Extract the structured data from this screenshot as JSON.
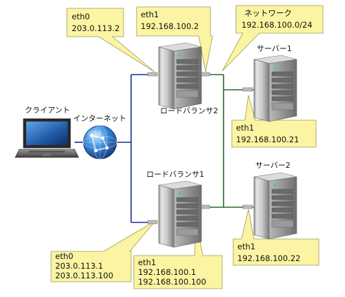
{
  "nodes": {
    "client": "クライアント",
    "internet": "インターネット",
    "lb2": "ロードバランサ2",
    "lb1": "ロードバランサ1",
    "server1": "サーバー1",
    "server2": "サーバー2"
  },
  "callouts": {
    "lb2_eth0": {
      "line1": "eth0",
      "line2": "203.0.113.2"
    },
    "lb2_eth1": {
      "line1": "eth1",
      "line2": "192.168.100.2"
    },
    "network": {
      "line1": "ネットワーク",
      "line2": "192.168.100.0/24"
    },
    "server1_eth1": {
      "line1": "eth1",
      "line2": "192.168.100.21"
    },
    "server2_eth1": {
      "line1": "eth1",
      "line2": "192.168.100.22"
    },
    "lb1_eth0": {
      "line1": "eth0",
      "line2": "203.0.113.1",
      "line3": "203.0.113.100"
    },
    "lb1_eth1": {
      "line1": "eth1",
      "line2": "192.168.100.1",
      "line3": "192.168.100.100"
    }
  },
  "colors": {
    "external_link": "#1a2a9c",
    "internal_link": "#1f6b2a",
    "callout_fill": "#fbf4a3",
    "callout_stroke": "#9a9a57"
  },
  "icons": {
    "client": "laptop-icon",
    "internet": "globe-icon",
    "load_balancer": "server-tower-icon",
    "server": "server-tower-icon"
  }
}
